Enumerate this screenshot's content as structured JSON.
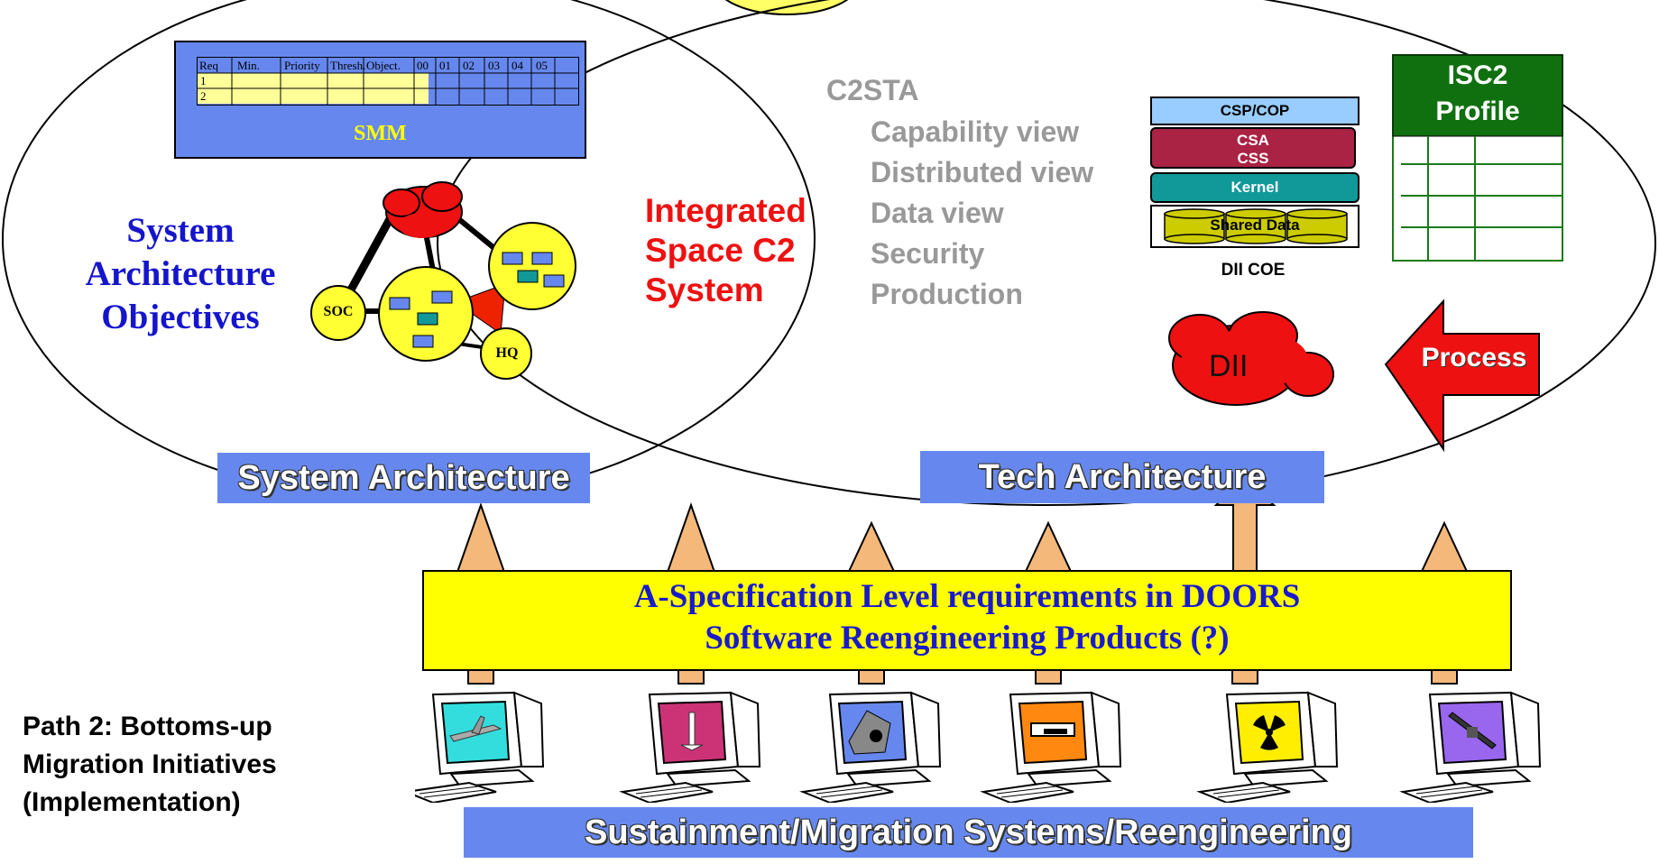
{
  "system_objectives": {
    "lines": [
      "System",
      "Architecture",
      "Objectives"
    ]
  },
  "smm": {
    "label": "SMM",
    "columns": [
      "Req",
      "Min.",
      "Priority",
      "Thresh.",
      "Object.",
      "00",
      "01",
      "02",
      "03",
      "04",
      "05"
    ],
    "rows": [
      "1",
      "2"
    ]
  },
  "network": {
    "soc_label": "SOC",
    "hq_label": "HQ"
  },
  "integrated": {
    "lines": [
      "Integrated",
      "Space C2",
      "System"
    ]
  },
  "c2sta": {
    "title": "C2STA",
    "items": [
      "Capability view",
      "Distributed view",
      "Data view",
      "Security",
      "Production"
    ]
  },
  "coe": {
    "layers": [
      "CSP/COP",
      "CSA",
      "CSS",
      "Kernel",
      "Shared Data"
    ],
    "caption": "DII COE"
  },
  "isc2": {
    "title_lines": [
      "ISC2",
      "Profile"
    ]
  },
  "dii_cloud": {
    "label": "DII"
  },
  "process_arrow": {
    "label": "Process"
  },
  "labels": {
    "system_architecture": "System Architecture",
    "tech_architecture": "Tech Architecture",
    "sustainment": "Sustainment/Migration Systems/Reengineering"
  },
  "spec_box": {
    "line1": "A-Specification Level requirements in DOORS",
    "line2": "Software Reengineering Products (?)"
  },
  "path2": {
    "lines": [
      "Path 2:  Bottoms-up",
      "Migration Initiatives",
      "(Implementation)"
    ]
  },
  "computers": [
    {
      "icon": "jet-icon",
      "screen_color": "#33dddd"
    },
    {
      "icon": "missile-icon",
      "screen_color": "#cc3377"
    },
    {
      "icon": "spy-icon",
      "screen_color": "#6688ee"
    },
    {
      "icon": "vehicle-icon",
      "screen_color": "#ff8811"
    },
    {
      "icon": "radiation-icon",
      "screen_color": "#ffee00"
    },
    {
      "icon": "satellite-icon",
      "screen_color": "#9966ee"
    }
  ],
  "colors": {
    "label_blue": "#6688ee",
    "spec_yellow": "#ffff00",
    "arrow_tan": "#f4b87a",
    "red": "#ee1111",
    "isc2_green": "#107010",
    "objective_blue": "#1515cc"
  }
}
